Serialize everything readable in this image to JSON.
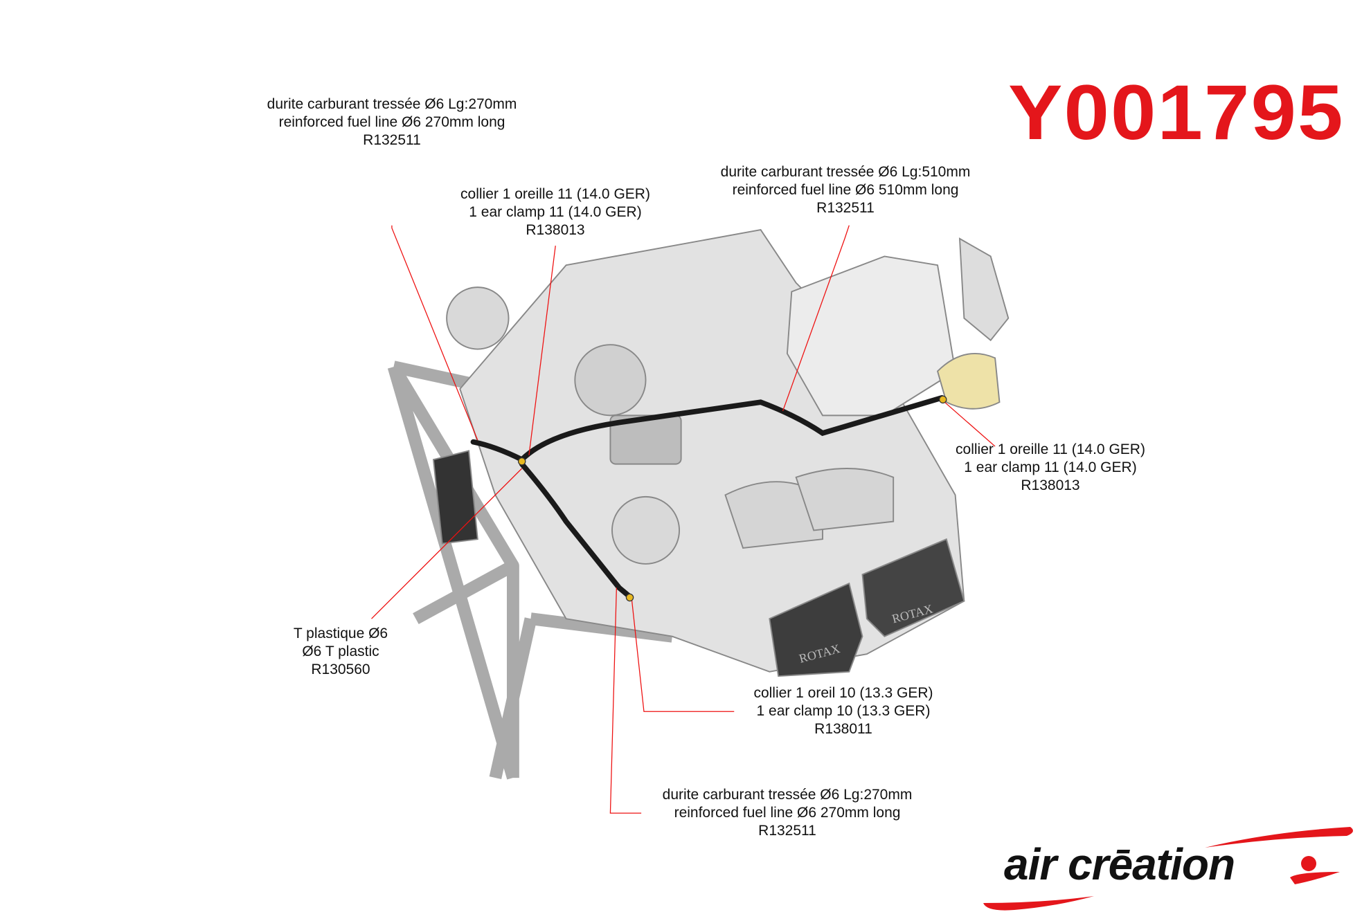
{
  "part_number": "Y001795",
  "brand": {
    "name": "air crēation",
    "accent": "#e4161b"
  },
  "engine_text": "ROTAX",
  "callouts": [
    {
      "fr": "durite carburant tressée Ø6 Lg:270mm",
      "en": "reinforced fuel line Ø6 270mm long",
      "ref": "R132511"
    },
    {
      "fr": "collier 1 oreille 11 (14.0 GER)",
      "en": "1 ear clamp 11 (14.0 GER)",
      "ref": "R138013"
    },
    {
      "fr": "durite carburant tressée Ø6 Lg:510mm",
      "en": "reinforced fuel line Ø6 510mm long",
      "ref": "R132511"
    },
    {
      "fr": "collier 1 oreille 11 (14.0 GER)",
      "en": "1 ear clamp 11 (14.0 GER)",
      "ref": "R138013"
    },
    {
      "fr": "T plastique Ø6",
      "en": "Ø6 T plastic",
      "ref": "R130560"
    },
    {
      "fr": "collier 1 oreil 10 (13.3 GER)",
      "en": "1 ear clamp 10 (13.3 GER)",
      "ref": "R138011"
    },
    {
      "fr": "durite carburant tressée Ø6 Lg:270mm",
      "en": "reinforced fuel line Ø6 270mm long",
      "ref": "R132511"
    }
  ]
}
